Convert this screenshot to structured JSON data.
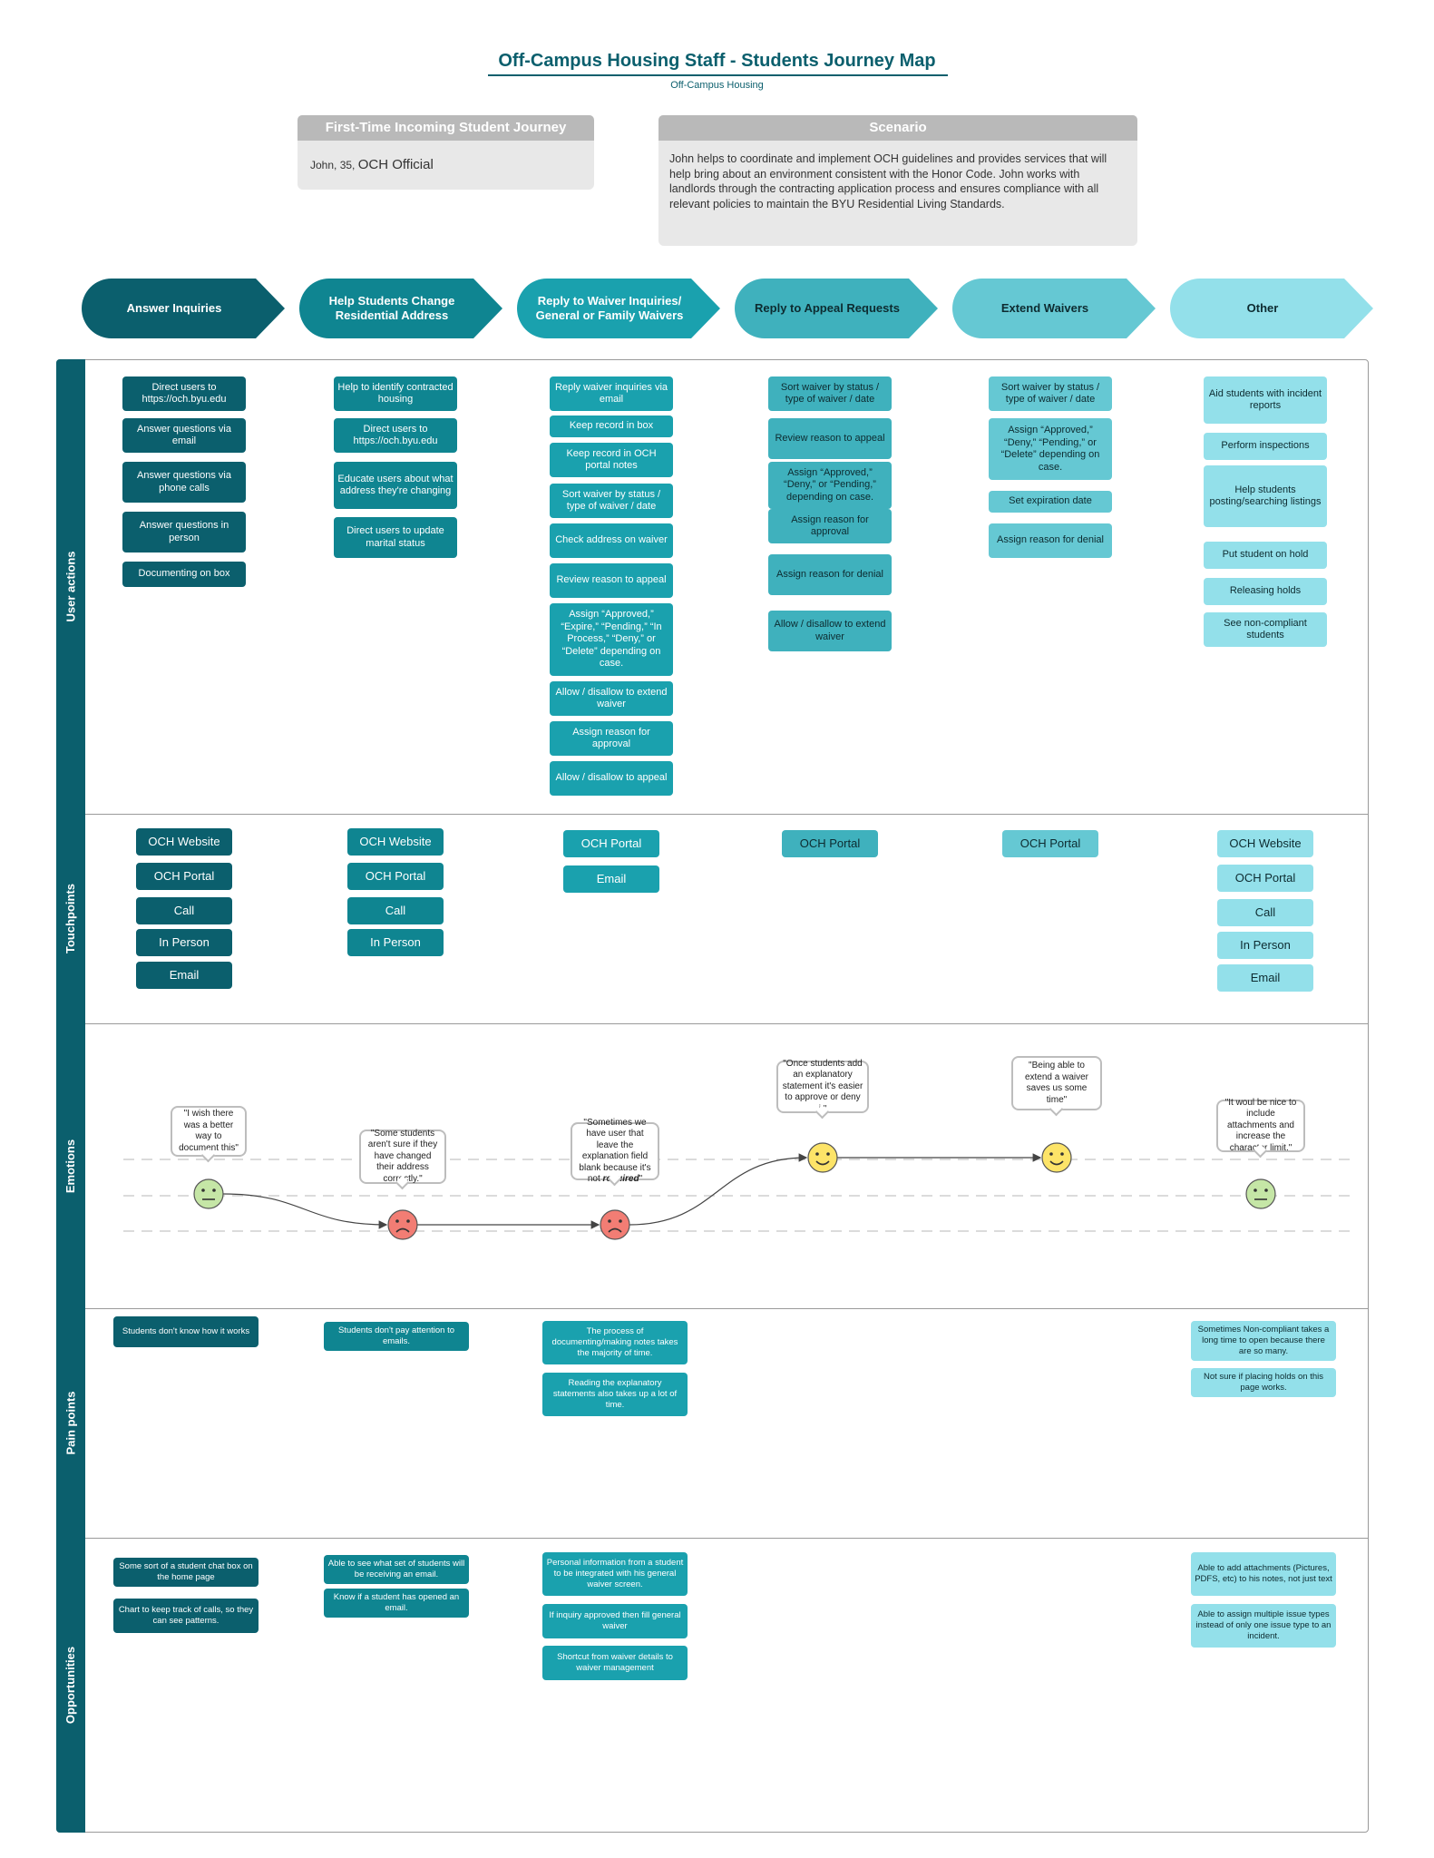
{
  "header": {
    "title": "Off-Campus Housing Staff - Students Journey Map",
    "subtitle": "Off-Campus Housing"
  },
  "persona": {
    "title": "First-Time Incoming Student Journey",
    "name": "John, 35, ",
    "role": "OCH Official"
  },
  "scenario": {
    "title": "Scenario",
    "text": "John helps to coordinate and implement OCH guidelines and provides services that will help bring about an environment consistent with the Honor Code. John works with landlords through the contracting application process and ensures compliance with all relevant policies to maintain the BYU Residential Living Standards."
  },
  "colors": {
    "dark": "#0b5f6d",
    "mid": "#0f8591",
    "teal": "#1aa1ae",
    "sea": "#3fb1bd",
    "light": "#65c8d3",
    "pale": "#93e0ea",
    "happy": "#fde468",
    "neutral": "#c5e6a6",
    "sad": "#f27d74"
  },
  "phases": [
    "Answer Inquiries",
    "Help Students Change Residential Address",
    "Reply to Waiver Inquiries/ General or Family Waivers",
    "Reply to Appeal Requests",
    "Extend Waivers",
    "Other"
  ],
  "lanes": {
    "user_actions": "User actions",
    "touchpoints": "Touchpoints",
    "emotions": "Emotions",
    "pain_points": "Pain points",
    "opportunities": "Opportunities"
  },
  "user_actions": [
    [
      "Direct users to https://och.byu.edu",
      "Answer questions via email",
      "Answer questions via phone calls",
      "Answer questions in person",
      "Documenting on box"
    ],
    [
      "Help to identify contracted housing",
      "Direct users to https://och.byu.edu",
      "Educate users about what address they're changing",
      "Direct users to update marital status"
    ],
    [
      "Reply waiver inquiries via email",
      "Keep record in box",
      "Keep record in OCH portal notes",
      "Sort waiver by status / type of waiver / date",
      "Check address on waiver",
      "Review reason to appeal",
      "Assign “Approved,” “Expire,” “Pending,” “In Process,” “Deny,” or “Delete” depending on case.",
      "Allow / disallow to extend waiver",
      "Assign reason for approval",
      "Allow / disallow to appeal"
    ],
    [
      "Sort waiver by status / type of waiver / date",
      "Review reason to appeal",
      "Assign “Approved,” “Deny,” or “Pending,” depending on case.",
      "Assign reason for approval",
      "Assign reason for denial",
      "Allow / disallow to extend waiver"
    ],
    [
      "Sort waiver by status / type of waiver / date",
      "Assign “Approved,” “Deny,” “Pending,” or “Delete” depending on case.",
      "Set expiration date",
      "Assign reason for denial"
    ],
    [
      "Aid students with incident reports",
      "Perform inspections",
      "Help students posting/searching listings",
      "Put student on hold",
      "Releasing holds",
      "See non-compliant students"
    ]
  ],
  "touchpoints": [
    [
      "OCH Website",
      "OCH Portal",
      "Call",
      "In Person",
      "Email"
    ],
    [
      "OCH Website",
      "OCH Portal",
      "Call",
      "In Person"
    ],
    [
      "OCH Portal",
      "Email"
    ],
    [
      "OCH Portal"
    ],
    [
      "OCH Portal"
    ],
    [
      "OCH Website",
      "OCH Portal",
      "Call",
      "In Person",
      "Email"
    ]
  ],
  "emotions": [
    {
      "mood": "neutral",
      "level": 2,
      "quote": "\"I wish there was a better way to document this\""
    },
    {
      "mood": "sad",
      "level": 1,
      "quote": "\"Some students aren't sure if they have changed their address correctly.\""
    },
    {
      "mood": "sad",
      "level": 1,
      "quote_start": "\"Sometimes we have user that leave the explanation field blank because it's not ",
      "quote_emph": "required",
      "quote_end": "\""
    },
    {
      "mood": "happy",
      "level": 3,
      "quote": "\"Once students add an explanatory statement it's easier to approve or deny it\""
    },
    {
      "mood": "happy",
      "level": 3,
      "quote": "\"Being able to extend a waiver saves us some time\""
    },
    {
      "mood": "neutral",
      "level": 2,
      "quote": "\"It woul be nice to include attachments and increase the character limit.\""
    }
  ],
  "pain_points": [
    [
      "Students don't know how it works"
    ],
    [
      "Students don't pay attention to emails."
    ],
    [
      "The process of documenting/making notes takes the majority of time.",
      "Reading the explanatory statements also takes up a lot of time."
    ],
    [],
    [],
    [
      "Sometimes Non-compliant takes a long time to open because there are so many.",
      "Not sure if placing holds on this page works."
    ]
  ],
  "opportunities": [
    [
      "Some sort of a student chat box on the home page",
      "Chart to keep track of calls, so they can see patterns."
    ],
    [
      "Able to see what set of students will be receiving an email.",
      "Know if a student has opened an email."
    ],
    [
      "Personal information from a student to be integrated with his general waiver screen.",
      "If inquiry approved then fill general waiver",
      "Shortcut from waiver details to waiver management"
    ],
    [],
    [],
    [
      "Able to add attachments (Pictures, PDFS, etc) to his notes, not just text",
      "Able to assign multiple issue types instead of only one issue type to an incident."
    ]
  ]
}
